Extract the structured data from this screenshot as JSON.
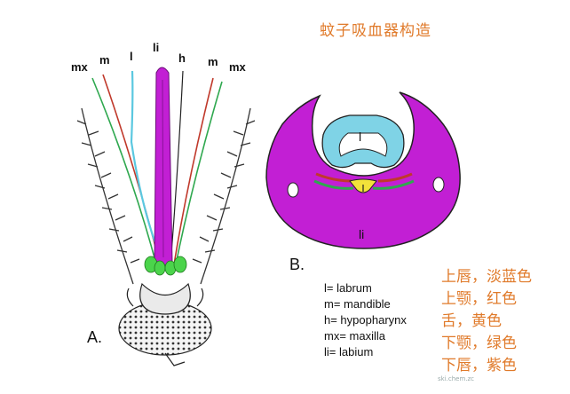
{
  "title": "蚊子吸血器构造",
  "panel_a": {
    "letter": "A.",
    "labels": {
      "mx_left": "mx",
      "m_left": "m",
      "l": "l",
      "li": "li",
      "h": "h",
      "m_right": "m",
      "mx_right": "mx"
    }
  },
  "panel_b": {
    "letter": "B.",
    "label_l": "l",
    "label_li": "li"
  },
  "legend": [
    "l= labrum",
    "m= mandible",
    "h= hypopharynx",
    "mx= maxilla",
    "li= labium"
  ],
  "chinese_legend": [
    "上唇，淡蓝色",
    "上颚，红色",
    "舌，黄色",
    "下颚，绿色",
    "下唇，紫色"
  ],
  "colors": {
    "labrum": "#5bc8e0",
    "mandible": "#c0392b",
    "hypopharynx": "#f2e23a",
    "maxilla": "#2fa84f",
    "labium": "#c21fd4",
    "title": "#e07a2a"
  },
  "watermark": "ski.chem.zc"
}
